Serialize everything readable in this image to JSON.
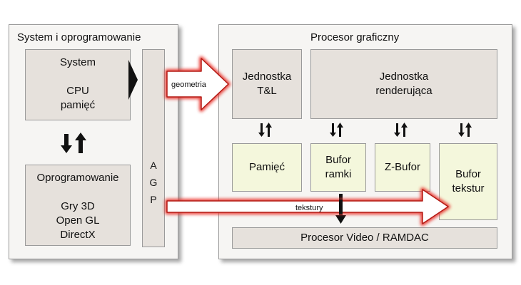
{
  "left_panel": {
    "title": "System i oprogramowanie",
    "system_box": {
      "title": "System",
      "lines": [
        "CPU",
        "pamięć"
      ]
    },
    "software_box": {
      "title": "Oprogramowanie",
      "lines": [
        "Gry 3D",
        "Open GL",
        "DirectX"
      ]
    },
    "agp": {
      "letters": [
        "A",
        "G",
        "P"
      ]
    }
  },
  "right_panel": {
    "title": "Procesor graficzny",
    "tl_unit": {
      "lines": [
        "Jednostka",
        "T&L"
      ]
    },
    "render_unit": {
      "lines": [
        "Jednostka",
        "renderująca"
      ]
    },
    "memory": {
      "label": "Pamięć"
    },
    "frame_buffer": {
      "lines": [
        "Bufor",
        "ramki"
      ]
    },
    "z_buffer": {
      "label": "Z-Bufor"
    },
    "texture_buffer": {
      "lines": [
        "Bufor",
        "tekstur"
      ]
    },
    "video_processor": {
      "label": "Procesor Video / RAMDAC"
    }
  },
  "arrows": {
    "geometry_label": "geometria",
    "textures_label": "tekstury",
    "highlight_color": "#e8322a"
  }
}
